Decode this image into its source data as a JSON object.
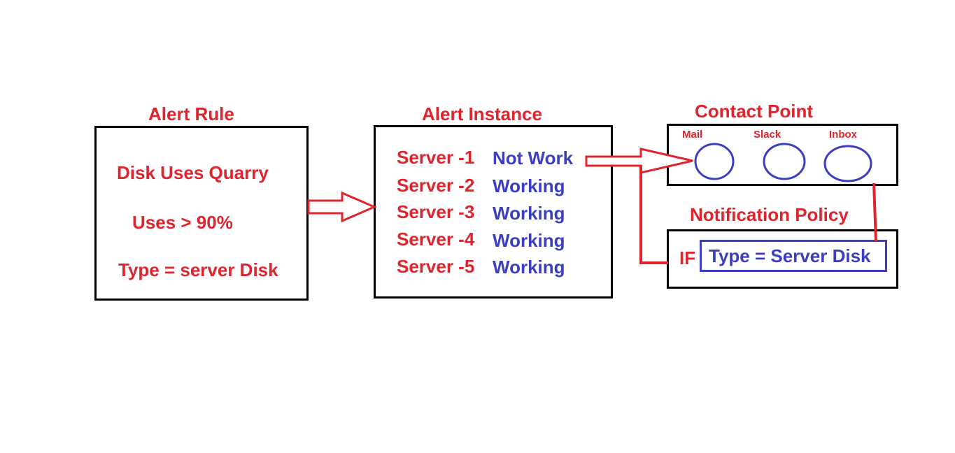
{
  "alert_rule": {
    "title": "Alert Rule",
    "query": "Disk Uses Quarry",
    "condition": "Uses > 90%",
    "type": "Type = server Disk"
  },
  "alert_instance": {
    "title": "Alert Instance",
    "servers": [
      {
        "name": "Server -1",
        "status": "Not Work"
      },
      {
        "name": "Server -2",
        "status": "Working"
      },
      {
        "name": "Server -3",
        "status": "Working"
      },
      {
        "name": "Server -4",
        "status": "Working"
      },
      {
        "name": "Server -5",
        "status": "Working"
      }
    ]
  },
  "contact_point": {
    "title": "Contact Point",
    "channels": [
      "Mail",
      "Slack",
      "Inbox"
    ]
  },
  "notification_policy": {
    "title": "Notification Policy",
    "if_label": "IF",
    "matcher": "Type = Server Disk"
  },
  "colors": {
    "red": "#e0242e",
    "blue": "#3b3fbf",
    "border": "#000000"
  }
}
